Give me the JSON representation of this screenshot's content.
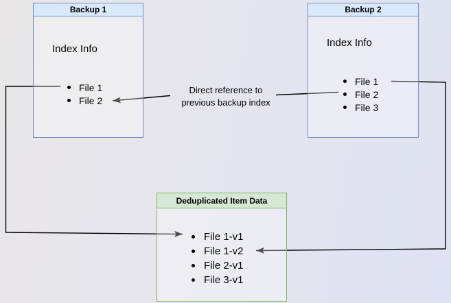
{
  "backup1": {
    "title": "Backup 1",
    "subtitle": "Index Info",
    "files": [
      "File 1",
      "File 2"
    ]
  },
  "backup2": {
    "title": "Backup 2",
    "subtitle": "Index Info",
    "files": [
      "File 1",
      "File 2",
      "File 3"
    ]
  },
  "dedup": {
    "title": "Deduplicated Item Data",
    "files": [
      "File 1-v1",
      "File 1-v2",
      "File 2-v1",
      "File 3-v1"
    ]
  },
  "annotation": {
    "line1": "Direct reference to",
    "line2": "previous backup index"
  },
  "arrows": [
    {
      "from": "Backup 1 / File 1",
      "to": "Deduplicated Item Data / File 1-v1"
    },
    {
      "from": "Backup 2 / File 1",
      "to": "Deduplicated Item Data / File 1-v2"
    },
    {
      "from": "Backup 2 / File 2",
      "to": "Backup 1 / File 2",
      "label": "Direct reference to previous backup index"
    }
  ],
  "colors": {
    "blue_header_fill": "#dae8fc",
    "blue_border": "#6c8ebf",
    "green_header_fill": "#d5e8d4",
    "green_border": "#82b366",
    "arrow": "#000000",
    "background_left": "#e9e7e8",
    "background_right": "#dfe2f3"
  }
}
